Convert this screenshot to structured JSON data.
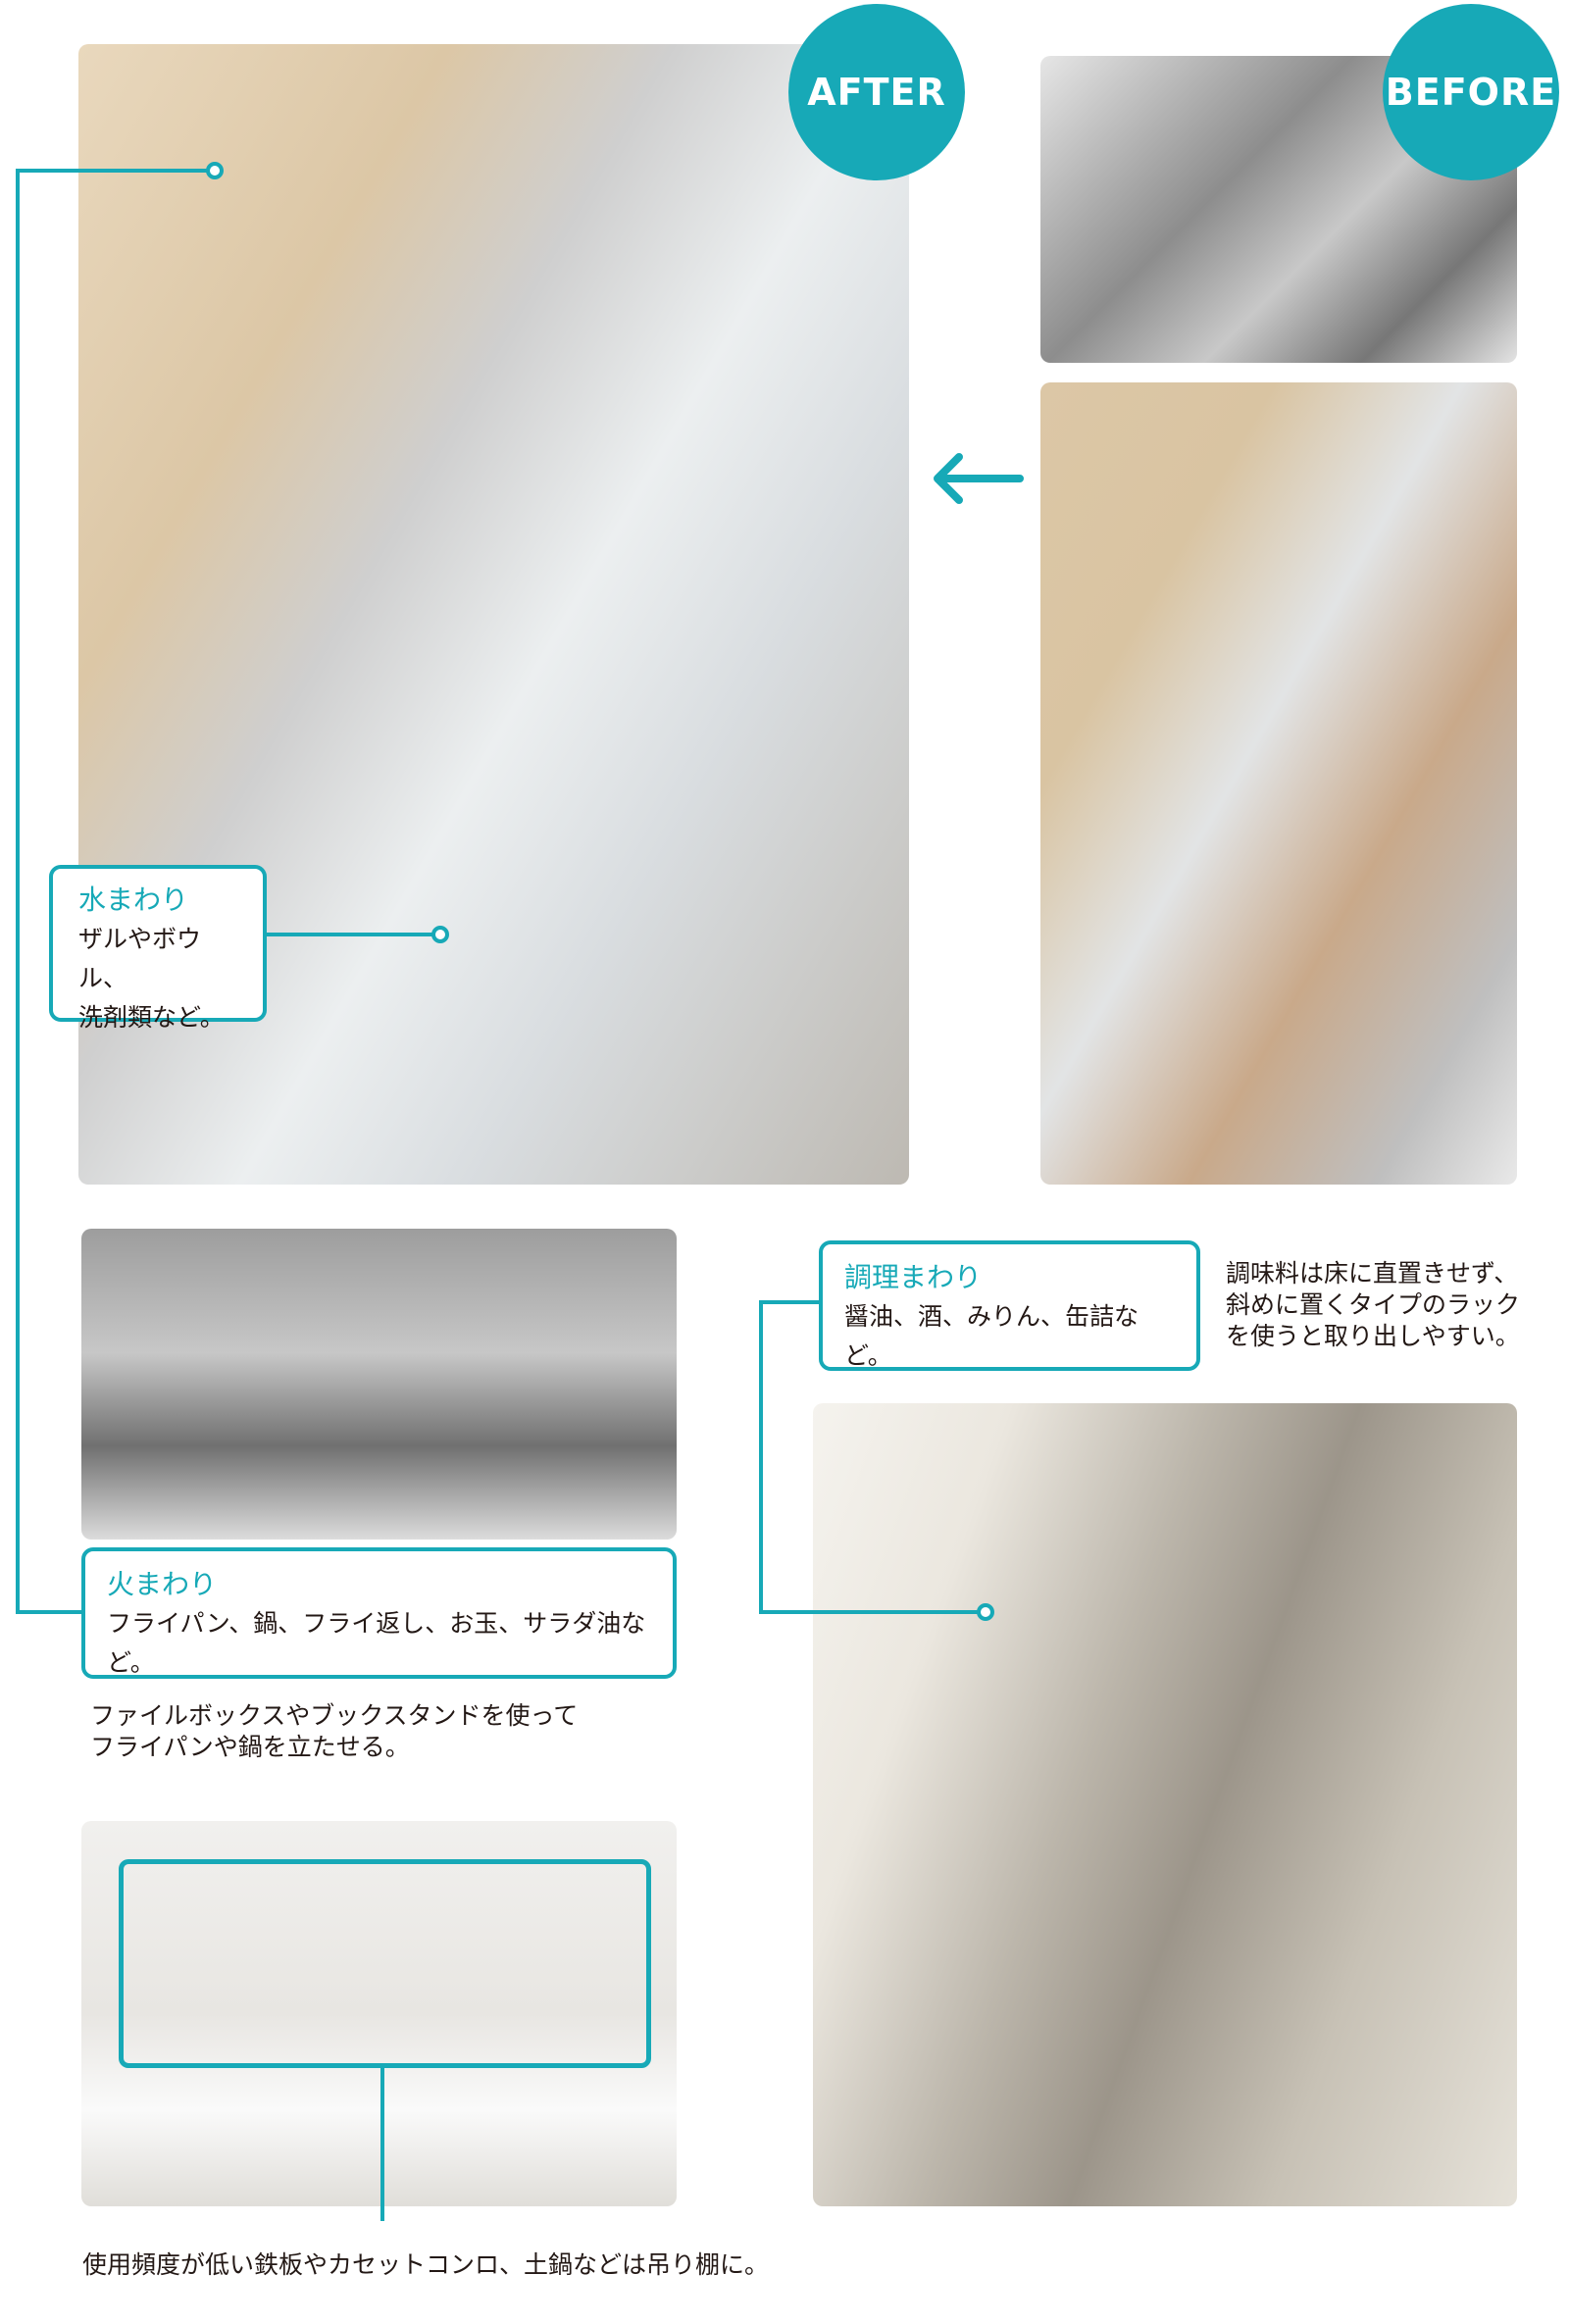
{
  "badges": {
    "after": "AFTER",
    "before": "BEFORE"
  },
  "colors": {
    "accent": "#17a9b7"
  },
  "icons": {
    "arrow": "arrow-left-icon"
  },
  "sink": {
    "title": "水まわり",
    "lines": [
      "ザルやボウル、",
      "洗剤類など。"
    ]
  },
  "fire": {
    "title": "火まわり",
    "body": "フライパン、鍋、フライ返し、お玉、サラダ油など。",
    "caption": [
      "ファイルボックスやブックスタンドを使って",
      "フライパンや鍋を立たせる。"
    ]
  },
  "cooking": {
    "title": "調理まわり",
    "body": "醤油、酒、みりん、缶詰など。",
    "note": [
      "調味料は床に直置きせず、",
      "斜めに置くタイプのラック",
      "を使うと取り出しやすい。"
    ]
  },
  "shelf": {
    "caption": "使用頻度が低い鉄板やカセットコンロ、土鍋などは吊り棚に。"
  }
}
